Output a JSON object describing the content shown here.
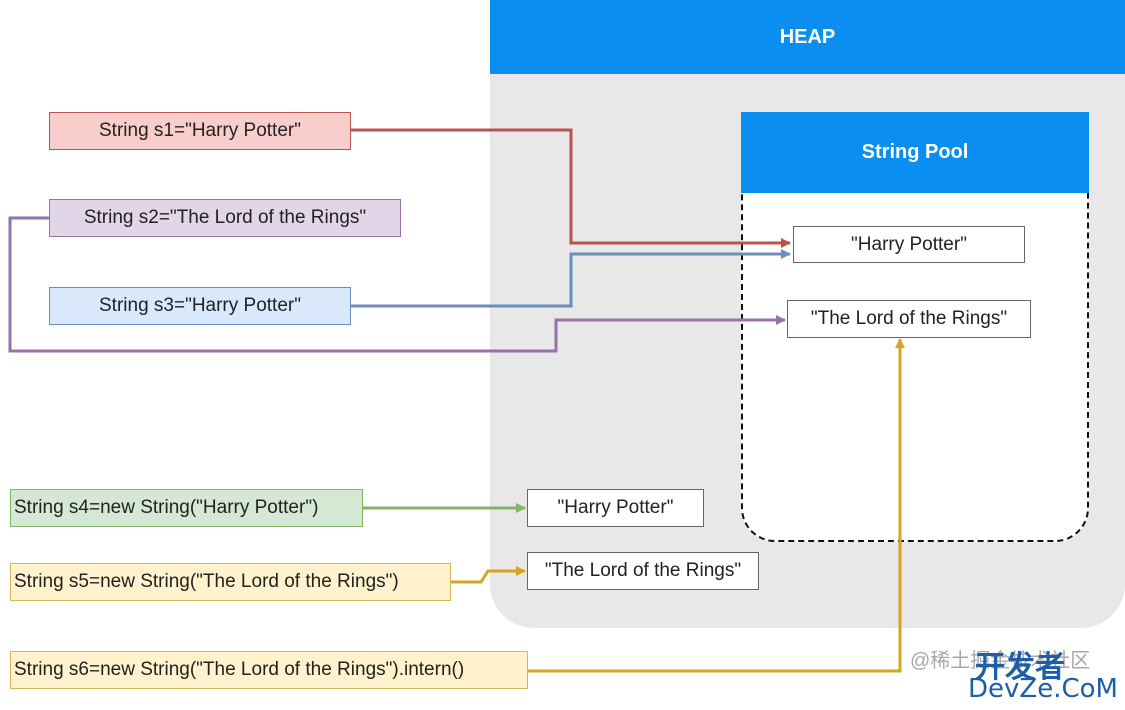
{
  "heap": {
    "title": "HEAP"
  },
  "pool": {
    "title": "String Pool"
  },
  "declarations": {
    "s1": "String s1=\"Harry Potter\"",
    "s2": "String s2=\"The Lord of the Rings\"",
    "s3": "String s3=\"Harry Potter\"",
    "s4": "String s4=new String(\"Harry Potter\")",
    "s5": "String s5=new String(\"The Lord of the Rings\")",
    "s6": "String s6=new String(\"The Lord of the Rings\").intern()"
  },
  "pool_entries": {
    "harry": "\"Harry Potter\"",
    "lotr": "\"The Lord of the Rings\""
  },
  "heap_objects": {
    "harry": "\"Harry Potter\"",
    "lotr": "\"The Lord of the Rings\""
  },
  "watermark": {
    "site_cn": "@稀土掘金技术社区",
    "brand_cn": "开发者",
    "brand_en": "DevZe.CoM"
  },
  "colors": {
    "heap_blue": "#0a8ff0",
    "red_arrow": "#b85450",
    "purple_arrow": "#9673a6",
    "blue_arrow": "#6c8ebf",
    "green_arrow": "#82b366",
    "yellow_arrow": "#d6a520"
  }
}
